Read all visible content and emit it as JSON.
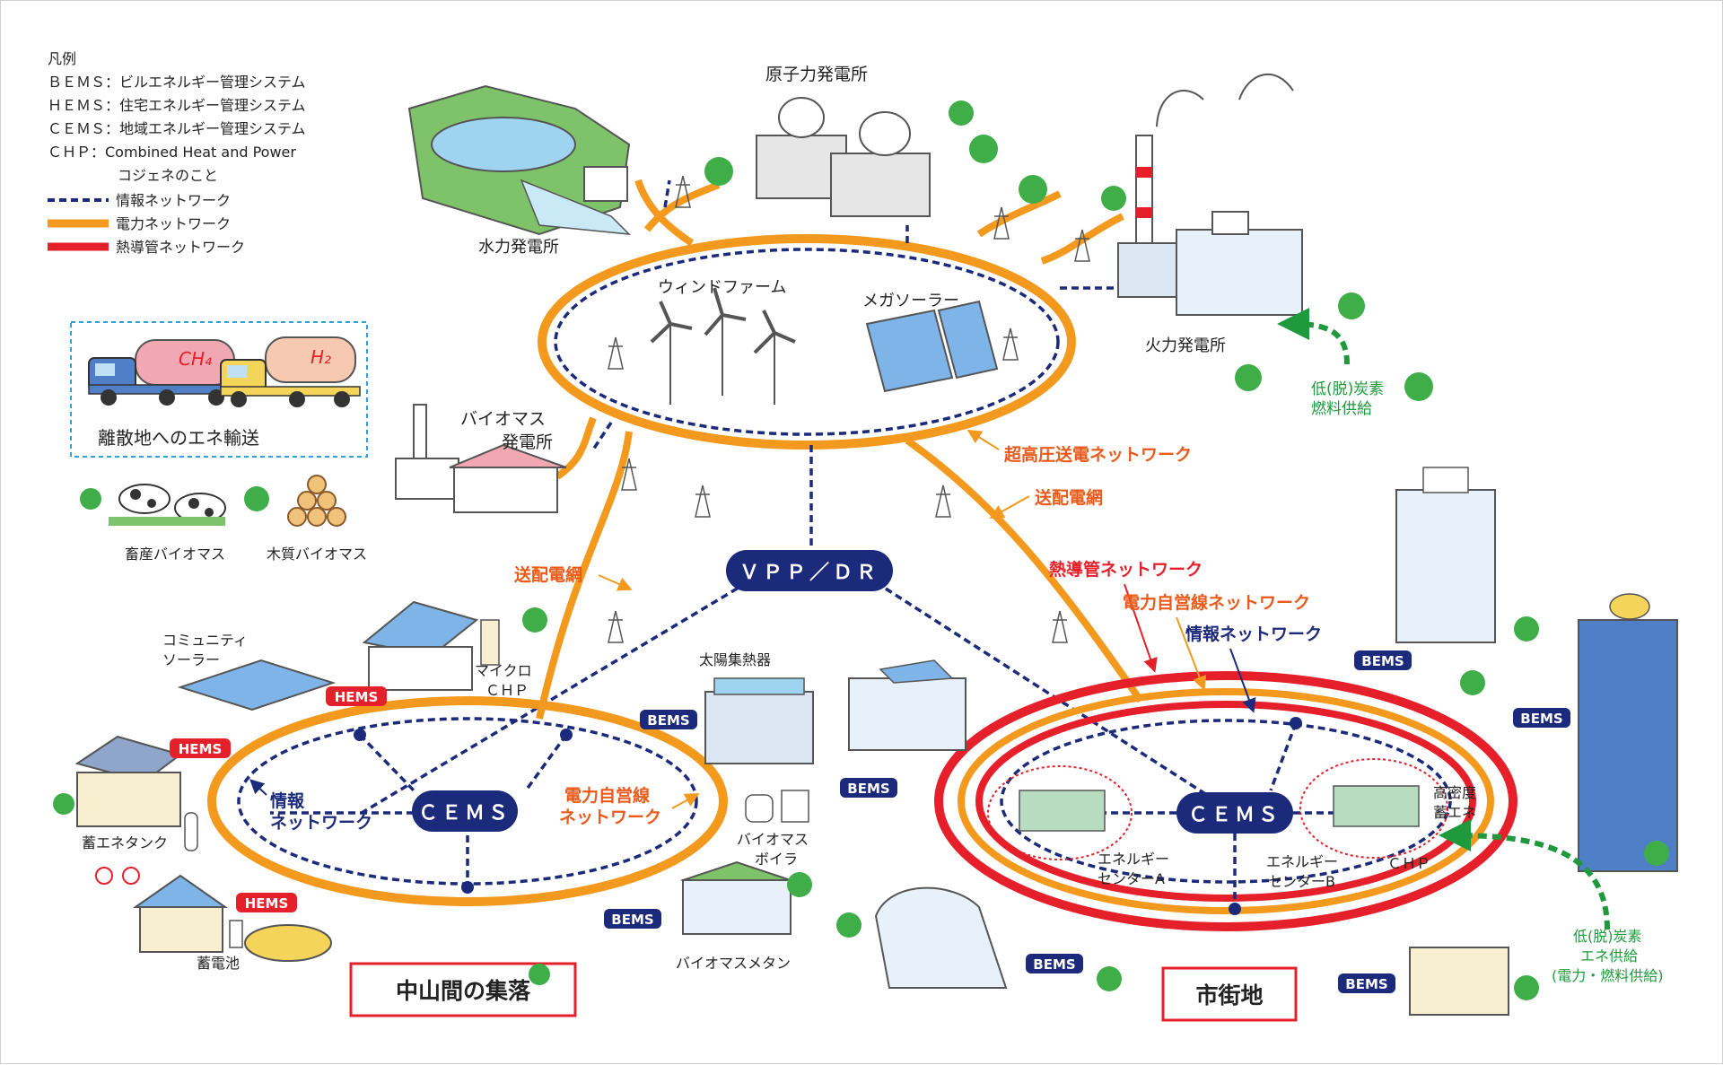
{
  "legend": {
    "title": "凡例",
    "bems": "ＢＥＭＳ：ビルエネルギー管理システム",
    "hems": "ＨＥＭＳ：住宅エネルギー管理システム",
    "cems": "ＣＥＭＳ：地域エネルギー管理システム",
    "chp": "ＣＨＰ：Combined Heat and Power",
    "chp2": "コジェネのこと",
    "info": "情報ネットワーク",
    "power": "電力ネットワーク",
    "heat": "熱導管ネットワーク"
  },
  "transport": {
    "label": "離散地へのエネ輸送",
    "ch4": "CH₄",
    "h2": "H₂"
  },
  "livestock_label": "畜産バイオマス",
  "wood_label": "木質バイオマス",
  "plants": {
    "hydro": "水力発電所",
    "nuclear": "原子力発電所",
    "thermal": "火力発電所",
    "wind": "ウィンドファーム",
    "solar": "メガソーラー",
    "biomass1": "バイオマス",
    "biomass2": "発電所"
  },
  "fuel_supply": {
    "line1": "低(脱)炭素",
    "line2": "燃料供給"
  },
  "network_labels": {
    "ehv": "超高圧送電ネットワーク",
    "grid_left": "送配電網",
    "grid_right": "送配電網"
  },
  "vpp": "ＶＰＰ／ＤＲ",
  "rural": {
    "title": "中山間の集落",
    "cems": "ＣＥＭＳ",
    "community_solar1": "コミュニティ",
    "community_solar2": "ソーラー",
    "micro_chp1": "マイクロ",
    "micro_chp2": "ＣＨＰ",
    "hems": "HEMS",
    "bems": "BEMS",
    "info_net1": "情報",
    "info_net2": "ネットワーク",
    "private_line1": "電力自営線",
    "private_line2": "ネットワーク",
    "solar_heat": "太陽集熱器",
    "biomass_boiler1": "バイオマス",
    "biomass_boiler2": "ボイラ",
    "biomass_methane": "バイオマスメタン",
    "storage_tank": "蓄エネタンク",
    "battery": "蓄電池"
  },
  "urban": {
    "title": "市街地",
    "cems": "ＣＥＭＳ",
    "heat_net": "熱導管ネットワーク",
    "power_net": "電力自営線ネットワーク",
    "info_net": "情報ネットワーク",
    "bems": "BEMS",
    "center_a1": "エネルギー",
    "center_a2": "センターA",
    "center_b1": "エネルギー",
    "center_b2": "センターB",
    "chp": "ＣＨＰ",
    "high_density1": "高密度",
    "high_density2": "蓄エネ",
    "supply1": "低(脱)炭素",
    "supply2": "エネ供給",
    "supply3": "(電力・燃料供給)"
  },
  "colors": {
    "info": "#1b2a7a",
    "power": "#f39a1e",
    "heat": "#e5202a",
    "label_orange": "#ea5a1a",
    "label_red": "#e5202a",
    "green": "#1e9a3c"
  }
}
